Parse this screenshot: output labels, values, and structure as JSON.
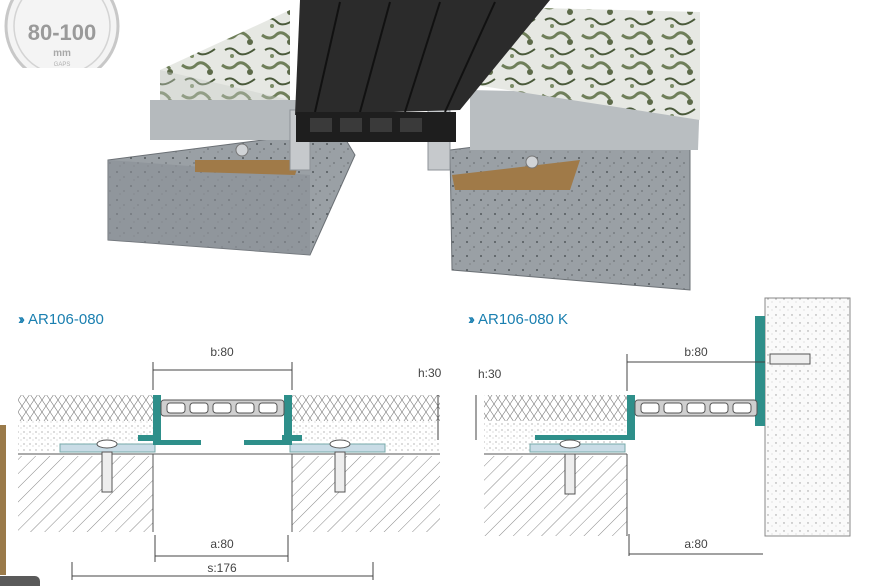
{
  "badge": {
    "range": "80-100",
    "unit": "mm",
    "caption": "GAPS"
  },
  "left_drawing": {
    "title": "AR106-080",
    "dim_b": "b:80",
    "dim_h": "h:30",
    "dim_a": "a:80",
    "dim_s": "s:176"
  },
  "right_drawing": {
    "title": "AR106-080 K",
    "dim_b": "b:80",
    "dim_h": "h:30",
    "dim_a": "a:80"
  },
  "colors": {
    "accent": "#1a7fb0",
    "profile_teal": "#2e8f8a",
    "rubber_dark": "#2b2b2b",
    "concrete": "#8e9499"
  }
}
